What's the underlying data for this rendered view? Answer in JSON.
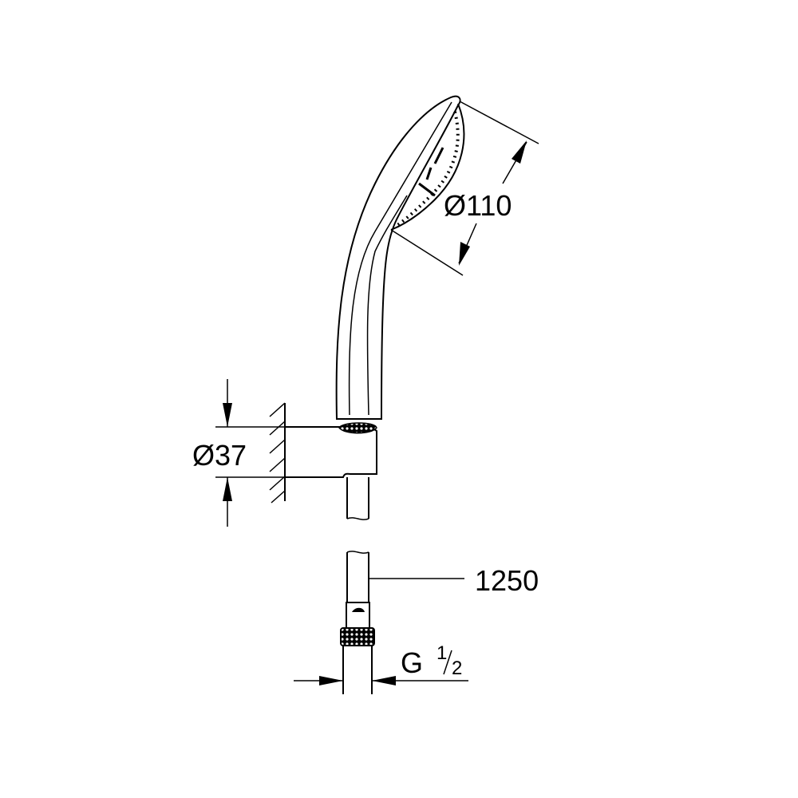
{
  "dimensions": {
    "head_diameter": "Ø110",
    "holder_diameter": "Ø37",
    "hose_length": "1250",
    "thread_letter": "G",
    "thread_numerator": "1",
    "thread_denominator": "2"
  }
}
